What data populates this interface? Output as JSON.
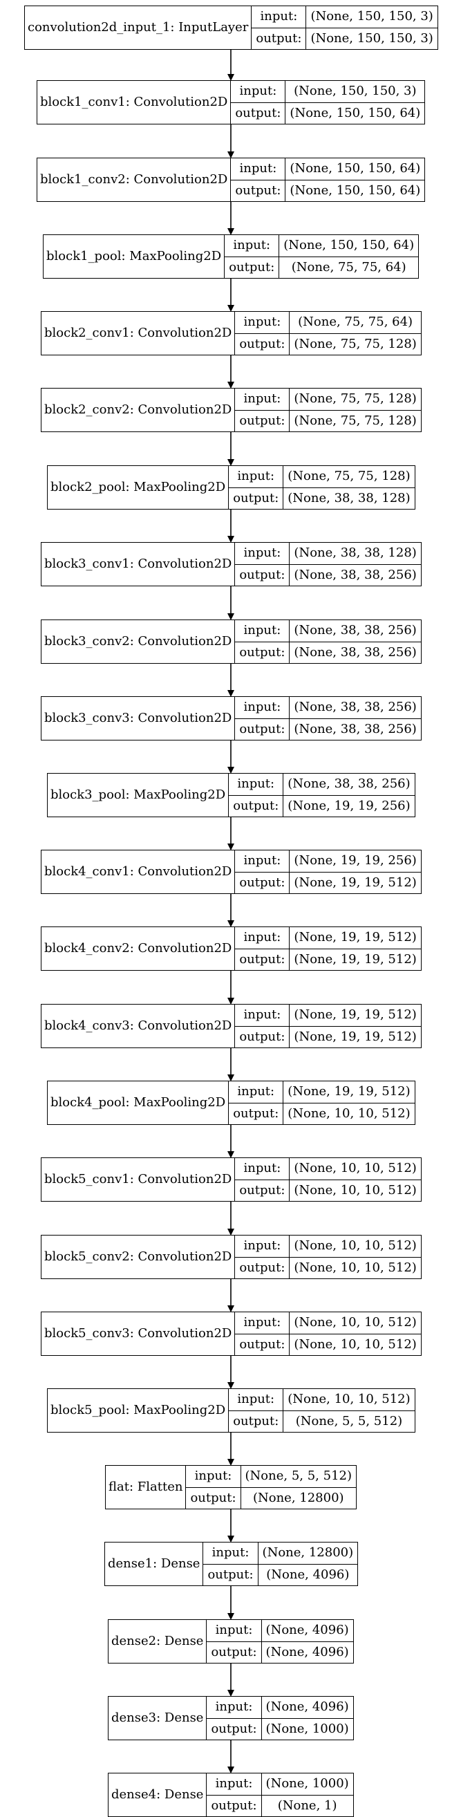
{
  "io_labels": {
    "input": "input:",
    "output": "output:"
  },
  "colors": {
    "stroke": "#000000",
    "background": "#ffffff"
  },
  "layers": [
    {
      "name": "convolution2d_input_1: InputLayer",
      "input": "(None, 150, 150, 3)",
      "output": "(None, 150, 150, 3)"
    },
    {
      "name": "block1_conv1: Convolution2D",
      "input": "(None, 150, 150, 3)",
      "output": "(None, 150, 150, 64)"
    },
    {
      "name": "block1_conv2: Convolution2D",
      "input": "(None, 150, 150, 64)",
      "output": "(None, 150, 150, 64)"
    },
    {
      "name": "block1_pool: MaxPooling2D",
      "input": "(None, 150, 150, 64)",
      "output": "(None, 75, 75, 64)"
    },
    {
      "name": "block2_conv1: Convolution2D",
      "input": "(None, 75, 75, 64)",
      "output": "(None, 75, 75, 128)"
    },
    {
      "name": "block2_conv2: Convolution2D",
      "input": "(None, 75, 75, 128)",
      "output": "(None, 75, 75, 128)"
    },
    {
      "name": "block2_pool: MaxPooling2D",
      "input": "(None, 75, 75, 128)",
      "output": "(None, 38, 38, 128)"
    },
    {
      "name": "block3_conv1: Convolution2D",
      "input": "(None, 38, 38, 128)",
      "output": "(None, 38, 38, 256)"
    },
    {
      "name": "block3_conv2: Convolution2D",
      "input": "(None, 38, 38, 256)",
      "output": "(None, 38, 38, 256)"
    },
    {
      "name": "block3_conv3: Convolution2D",
      "input": "(None, 38, 38, 256)",
      "output": "(None, 38, 38, 256)"
    },
    {
      "name": "block3_pool: MaxPooling2D",
      "input": "(None, 38, 38, 256)",
      "output": "(None, 19, 19, 256)"
    },
    {
      "name": "block4_conv1: Convolution2D",
      "input": "(None, 19, 19, 256)",
      "output": "(None, 19, 19, 512)"
    },
    {
      "name": "block4_conv2: Convolution2D",
      "input": "(None, 19, 19, 512)",
      "output": "(None, 19, 19, 512)"
    },
    {
      "name": "block4_conv3: Convolution2D",
      "input": "(None, 19, 19, 512)",
      "output": "(None, 19, 19, 512)"
    },
    {
      "name": "block4_pool: MaxPooling2D",
      "input": "(None, 19, 19, 512)",
      "output": "(None, 10, 10, 512)"
    },
    {
      "name": "block5_conv1: Convolution2D",
      "input": "(None, 10, 10, 512)",
      "output": "(None, 10, 10, 512)"
    },
    {
      "name": "block5_conv2: Convolution2D",
      "input": "(None, 10, 10, 512)",
      "output": "(None, 10, 10, 512)"
    },
    {
      "name": "block5_conv3: Convolution2D",
      "input": "(None, 10, 10, 512)",
      "output": "(None, 10, 10, 512)"
    },
    {
      "name": "block5_pool: MaxPooling2D",
      "input": "(None, 10, 10, 512)",
      "output": "(None, 5, 5, 512)"
    },
    {
      "name": "flat: Flatten",
      "input": "(None, 5, 5, 512)",
      "output": "(None, 12800)"
    },
    {
      "name": "dense1: Dense",
      "input": "(None, 12800)",
      "output": "(None, 4096)"
    },
    {
      "name": "dense2: Dense",
      "input": "(None, 4096)",
      "output": "(None, 4096)"
    },
    {
      "name": "dense3: Dense",
      "input": "(None, 4096)",
      "output": "(None, 1000)"
    },
    {
      "name": "dense4: Dense",
      "input": "(None, 1000)",
      "output": "(None, 1)"
    }
  ]
}
